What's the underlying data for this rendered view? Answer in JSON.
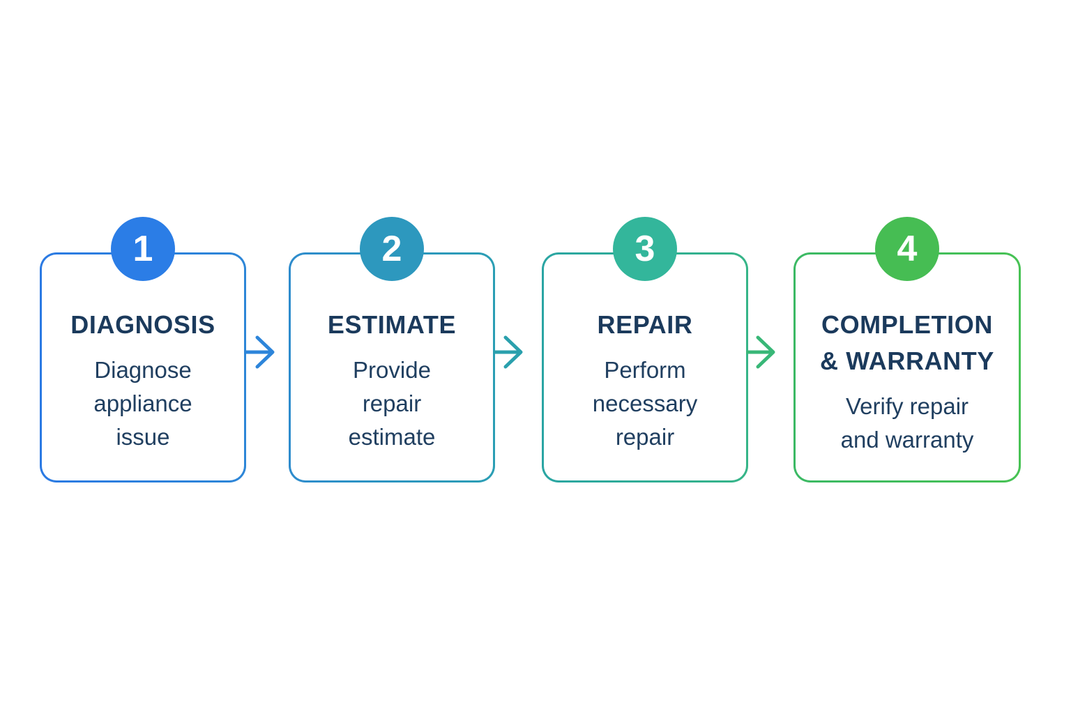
{
  "figure": {
    "background_color": "#ffffff",
    "title_text_color": "#1b3a5c",
    "description_text_color": "#203f60",
    "type": "process-flow-diagram",
    "step_count": 4
  },
  "steps": [
    {
      "number": "1",
      "title": "DIAGNOSIS",
      "description": "Diagnose\nappliance\nissue",
      "circle_color": "#2b7de6",
      "border_gradient": [
        "#2b7ae3",
        "#2d86d7"
      ]
    },
    {
      "number": "2",
      "title": "ESTIMATE",
      "description": "Provide\nrepair\nestimate",
      "circle_color": "#2d98be",
      "border_gradient": [
        "#2e8ccd",
        "#2b9eb4"
      ]
    },
    {
      "number": "3",
      "title": "REPAIR",
      "description": "Perform\nnecessary\nrepair",
      "circle_color": "#33b69b",
      "border_gradient": [
        "#2aa5a3",
        "#36b588"
      ]
    },
    {
      "number": "4",
      "title": "COMPLETION\n& WARRANTY",
      "description": "Verify repair\nand warranty",
      "circle_color": "#46bd53",
      "border_gradient": [
        "#3bb964",
        "#47c254"
      ]
    }
  ],
  "arrows": [
    {
      "name": "arrow-1-to-2",
      "direction": "right",
      "color": "#2d85da"
    },
    {
      "name": "arrow-2-to-3",
      "direction": "right",
      "color": "#2aa0ad"
    },
    {
      "name": "arrow-3-to-4",
      "direction": "right",
      "color": "#38b777"
    }
  ]
}
